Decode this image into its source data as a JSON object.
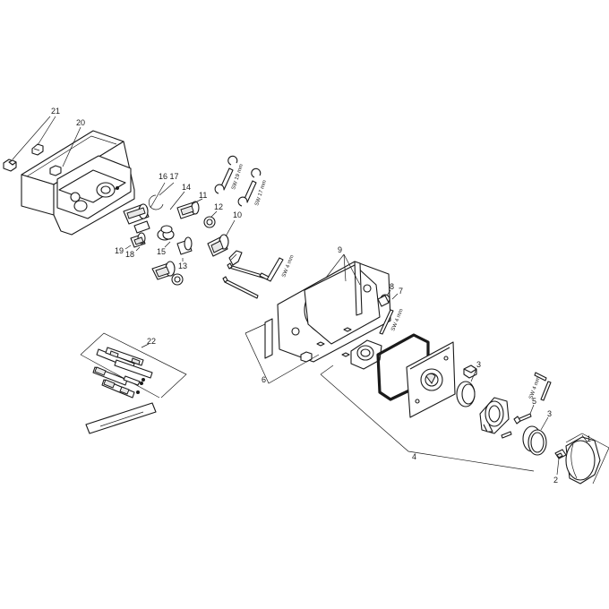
{
  "part_labels": {
    "p1": "1",
    "p2": "2",
    "p3a": "3",
    "p3b": "3",
    "p4": "4",
    "p5": "5",
    "p6": "6",
    "p7": "7",
    "p8": "8",
    "p9": "9",
    "p10": "10",
    "p11": "11",
    "p12": "12",
    "p13": "13",
    "p14": "14",
    "p15": "15",
    "p16_17": "16 17",
    "p18": "18",
    "p19": "19",
    "p20": "20",
    "p21": "21",
    "p22": "22"
  },
  "tool_labels": {
    "wrench_19": "SW 19 mm",
    "wrench_17": "SW 17 mm",
    "hex_a": "SW 4 mm",
    "hex_b": "SW 4 mm",
    "hex_c": "SW 4 mm"
  }
}
